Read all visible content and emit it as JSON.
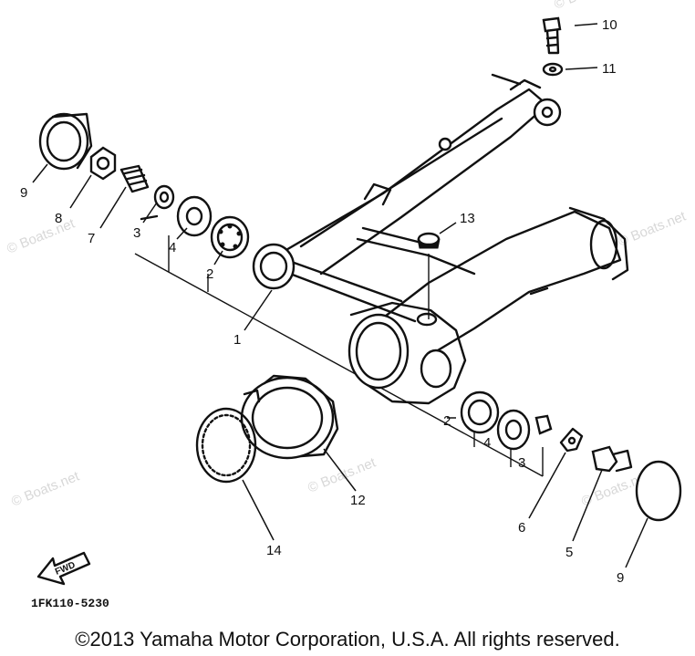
{
  "watermark": "© Boats.net",
  "diagram_code": "1FK110-5230",
  "fwd_label": "FWD",
  "copyright": "©2013 Yamaha Motor Corporation, U.S.A. All rights reserved.",
  "callouts": {
    "c1": "1",
    "c2a": "2",
    "c2b": "2",
    "c3a": "3",
    "c3b": "3",
    "c4a": "4",
    "c4b": "4",
    "c5": "5",
    "c6": "6",
    "c7": "7",
    "c8": "8",
    "c9a": "9",
    "c9b": "9",
    "c10": "10",
    "c11": "11",
    "c12": "12",
    "c13": "13",
    "c14": "14"
  }
}
